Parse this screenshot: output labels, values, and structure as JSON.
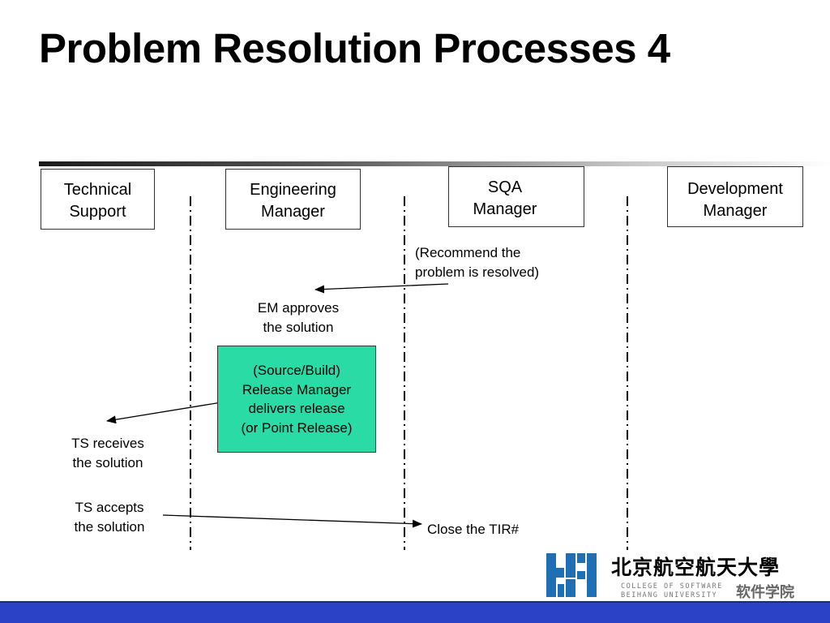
{
  "slide": {
    "title": "Problem Resolution Processes 4"
  },
  "roles": [
    {
      "line1": "Technical",
      "line2": "Support"
    },
    {
      "line1": "Engineering",
      "line2": "Manager"
    },
    {
      "line1": "SQA",
      "line2": "Manager"
    },
    {
      "line1": "Development",
      "line2": "Manager"
    }
  ],
  "steps": {
    "recommend": {
      "line1": "(Recommend the",
      "line2": "problem is resolved)"
    },
    "em_approves": {
      "line1": "EM approves",
      "line2": "the solution"
    },
    "release": {
      "line1": "(Source/Build)",
      "line2": "Release Manager",
      "line3": "delivers release",
      "line4": "(or Point Release)",
      "fill_color": "#2bdba5"
    },
    "ts_receives": {
      "line1": "TS receives",
      "line2": "the solution"
    },
    "ts_accepts": {
      "line1": "TS accepts",
      "line2": "the solution"
    },
    "close": "Close the TIR#"
  },
  "logo": {
    "chinese_name": "北京航空航天大學",
    "english_line1": "COLLEGE OF SOFTWARE",
    "english_line2": "BEIHANG UNIVERSITY",
    "college_cn": "软件学院",
    "brand_color": "#1f6fb5"
  },
  "footer": {
    "bar_color": "#2b41c6"
  }
}
